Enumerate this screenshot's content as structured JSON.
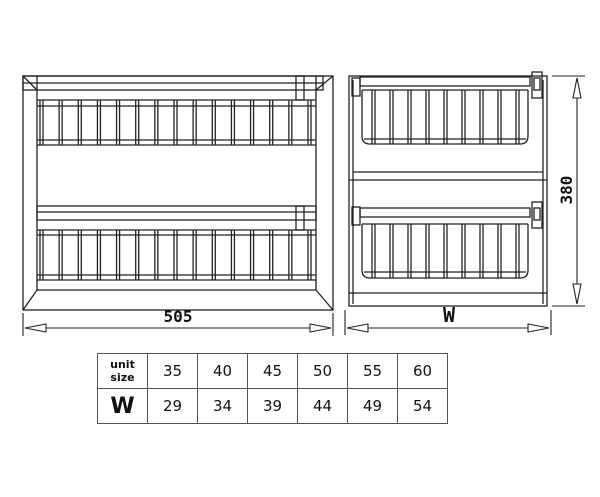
{
  "dimensions": {
    "width_label": "505",
    "side_label": "W",
    "height_label": "380"
  },
  "table": {
    "header_line1": "unit",
    "header_line2": "size",
    "w_label": "W",
    "unit_sizes": [
      "35",
      "40",
      "45",
      "50",
      "55",
      "60"
    ],
    "w_values": [
      "29",
      "34",
      "39",
      "44",
      "49",
      "54"
    ]
  }
}
